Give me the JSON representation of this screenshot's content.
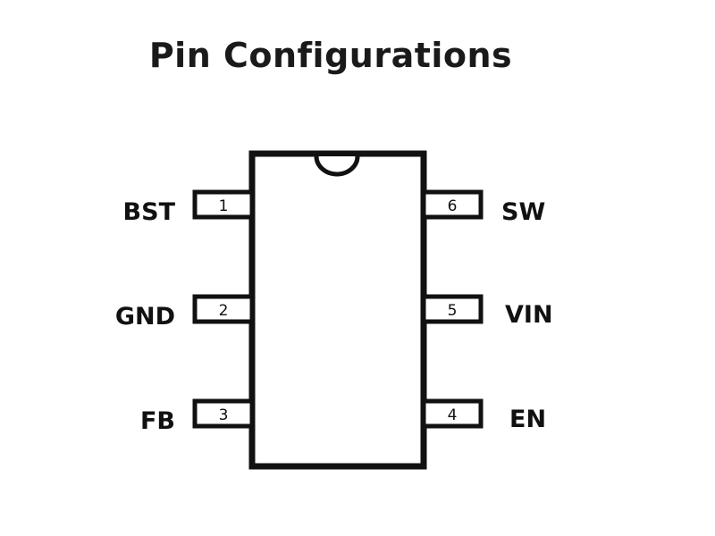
{
  "title": "Pin Configurations",
  "pins": {
    "p1": {
      "number": "1",
      "name": "BST"
    },
    "p2": {
      "number": "2",
      "name": "GND"
    },
    "p3": {
      "number": "3",
      "name": "FB"
    },
    "p4": {
      "number": "4",
      "name": "EN"
    },
    "p5": {
      "number": "5",
      "name": "VIN"
    },
    "p6": {
      "number": "6",
      "name": "SW"
    }
  },
  "colors": {
    "stroke": "#111111",
    "background": "#ffffff"
  }
}
